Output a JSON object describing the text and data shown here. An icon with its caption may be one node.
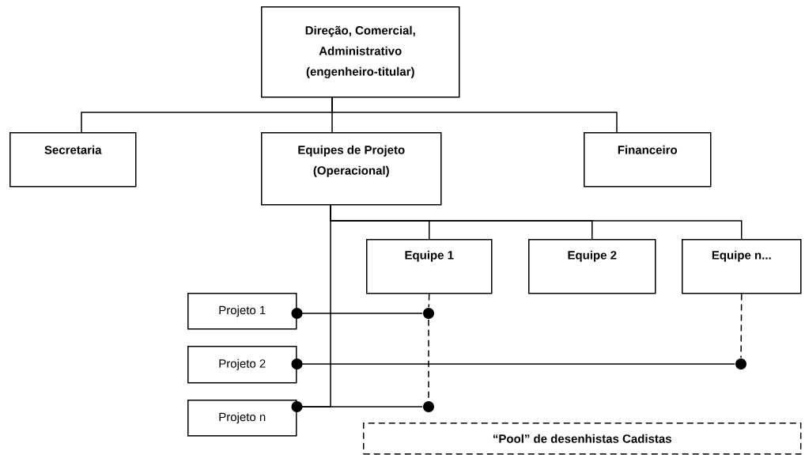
{
  "diagram": {
    "nodes": [
      {
        "text": [
          "Direção, Comercial, Administrativo (engenheiro-titular)"
        ]
      },
      {
        "text": [
          "Secretaria"
        ]
      },
      {
        "text": [
          "Equipes de Projeto (Operacional)"
        ]
      },
      {
        "text": [
          "Financeiro"
        ]
      },
      {
        "text": [
          "Equipe 1"
        ]
      },
      {
        "text": [
          "Equipe 2"
        ]
      },
      {
        "text": [
          "Equipe n..."
        ]
      },
      {
        "text": [
          "Projeto 1"
        ]
      },
      {
        "text": [
          "Projeto 2"
        ]
      },
      {
        "text": [
          "Projeto n"
        ]
      },
      {
        "text": [
          "“Pool” de desenhistas Cadistas"
        ]
      },
      {
        "text": [],
        "shape": "circle"
      },
      {
        "text": [],
        "shape": "circle"
      },
      {
        "text": [],
        "shape": "circle"
      }
    ],
    "edges": [
      {
        "from": 0,
        "to": 1,
        "arrow": "none"
      },
      {
        "from": 0,
        "to": 2,
        "arrow": "none"
      },
      {
        "from": 0,
        "to": 3,
        "arrow": "none"
      },
      {
        "from": 2,
        "to": 4,
        "arrow": "none"
      },
      {
        "from": 2,
        "to": 5,
        "arrow": "none"
      },
      {
        "from": 2,
        "to": 6,
        "arrow": "none"
      },
      {
        "from": 2,
        "to": 9,
        "arrow": "none"
      },
      {
        "from": 7,
        "to": 11,
        "arrow": "other"
      },
      {
        "from": 8,
        "to": 12,
        "arrow": "other"
      },
      {
        "from": 9,
        "to": 13,
        "arrow": "other"
      },
      {
        "from": 4,
        "to": 11,
        "arrow": "none",
        "style": "dashed"
      },
      {
        "from": 11,
        "to": 13,
        "arrow": "none",
        "style": "dashed"
      },
      {
        "from": 6,
        "to": 12,
        "arrow": "none",
        "style": "dashed"
      }
    ]
  }
}
